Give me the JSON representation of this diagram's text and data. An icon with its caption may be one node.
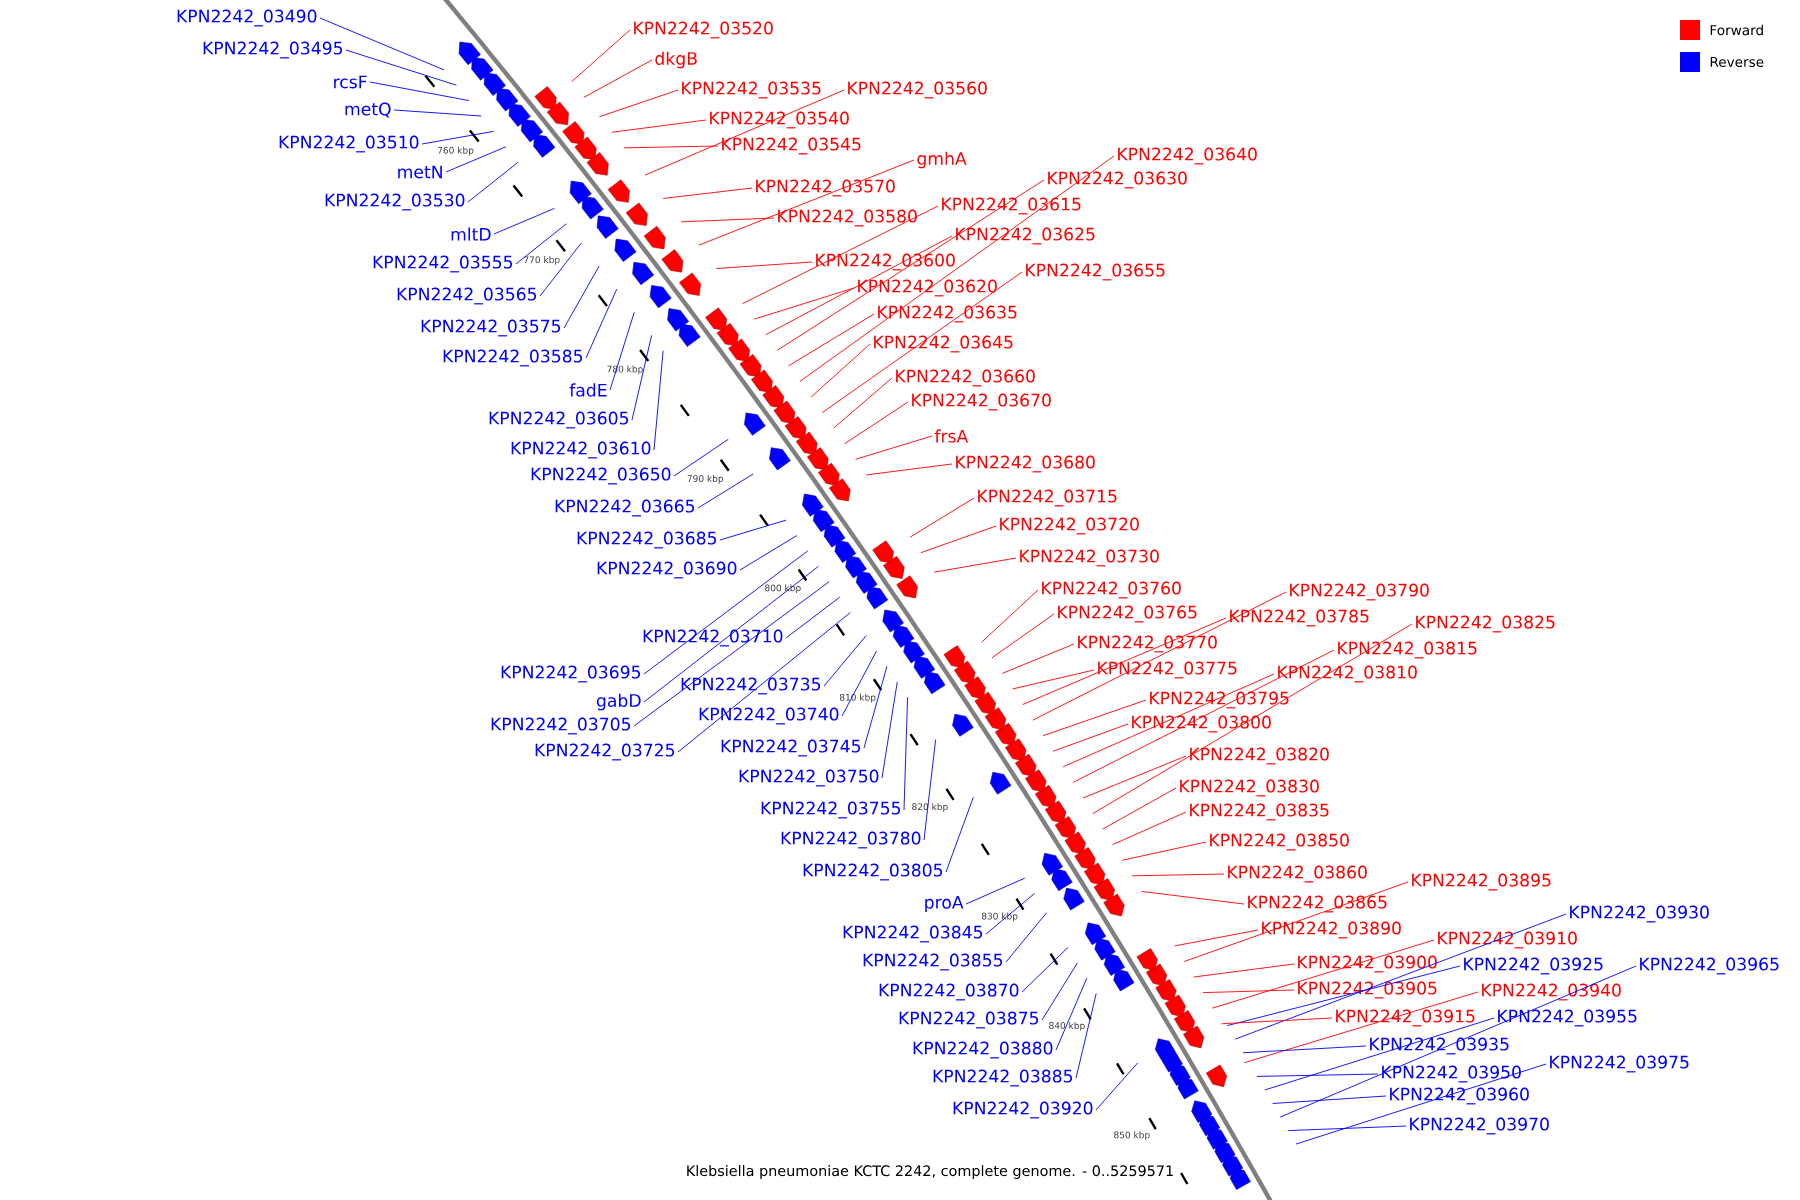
{
  "diagram": {
    "caption": "Klebsiella pneumoniae KCTC 2242, complete genome. - 0..5259571",
    "nodes": [
      {
        "text": [
          "KPN2242_03490"
        ]
      },
      {
        "text": [
          "KPN2242_03520"
        ]
      },
      {
        "text": [
          "KPN2242_03495"
        ]
      },
      {
        "text": [
          "dkgB"
        ]
      },
      {
        "text": [
          "rcsF"
        ]
      },
      {
        "text": [
          "KPN2242_03535"
        ]
      },
      {
        "text": [
          "KPN2242_03560"
        ]
      },
      {
        "text": [
          "metQ"
        ]
      },
      {
        "text": [
          "KPN2242_03540"
        ]
      },
      {
        "text": [
          "KPN2242_03510"
        ]
      },
      {
        "text": [
          "KPN2242_03545"
        ]
      },
      {
        "text": [
          "KPN2242_03640"
        ]
      },
      {
        "text": [
          "gmhA"
        ]
      },
      {
        "text": [
          "metN"
        ]
      },
      {
        "text": [
          "KPN2242_03630"
        ]
      },
      {
        "text": [
          "KPN2242_03570"
        ]
      },
      {
        "text": [
          "KPN2242_03530"
        ]
      },
      {
        "text": [
          "KPN2242_03615"
        ]
      },
      {
        "text": [
          "KPN2242_03580"
        ]
      },
      {
        "text": [
          "mltD"
        ]
      },
      {
        "text": [
          "KPN2242_03625"
        ]
      },
      {
        "text": [
          "KPN2242_03600"
        ]
      },
      {
        "text": [
          "KPN2242_03555"
        ]
      },
      {
        "text": [
          "KPN2242_03655"
        ]
      },
      {
        "text": [
          "KPN2242_03620"
        ]
      },
      {
        "text": [
          "KPN2242_03565"
        ]
      },
      {
        "text": [
          "KPN2242_03635"
        ]
      },
      {
        "text": [
          "KPN2242_03575"
        ]
      },
      {
        "text": [
          "KPN2242_03645"
        ]
      },
      {
        "text": [
          "KPN2242_03585"
        ]
      },
      {
        "text": [
          "KPN2242_03660"
        ]
      },
      {
        "text": [
          "fadE"
        ]
      },
      {
        "text": [
          "KPN2242_03670"
        ]
      },
      {
        "text": [
          "KPN2242_03605"
        ]
      },
      {
        "text": [
          "frsA"
        ]
      },
      {
        "text": [
          "KPN2242_03610"
        ]
      },
      {
        "text": [
          "KPN2242_03680"
        ]
      },
      {
        "text": [
          "KPN2242_03650"
        ]
      },
      {
        "text": [
          "KPN2242_03715"
        ]
      },
      {
        "text": [
          "KPN2242_03665"
        ]
      },
      {
        "text": [
          "KPN2242_03720"
        ]
      },
      {
        "text": [
          "KPN2242_03685"
        ]
      },
      {
        "text": [
          "KPN2242_03730"
        ]
      },
      {
        "text": [
          "KPN2242_03690"
        ]
      },
      {
        "text": [
          "KPN2242_03760"
        ]
      },
      {
        "text": [
          "KPN2242_03790"
        ]
      },
      {
        "text": [
          "KPN2242_03765"
        ]
      },
      {
        "text": [
          "KPN2242_03785"
        ]
      },
      {
        "text": [
          "KPN2242_03825"
        ]
      },
      {
        "text": [
          "KPN2242_03710"
        ]
      },
      {
        "text": [
          "KPN2242_03770"
        ]
      },
      {
        "text": [
          "KPN2242_03815"
        ]
      },
      {
        "text": [
          "KPN2242_03775"
        ]
      },
      {
        "text": [
          "KPN2242_03695"
        ]
      },
      {
        "text": [
          "KPN2242_03810"
        ]
      },
      {
        "text": [
          "KPN2242_03735"
        ]
      },
      {
        "text": [
          "KPN2242_03795"
        ]
      },
      {
        "text": [
          "gabD"
        ]
      },
      {
        "text": [
          "KPN2242_03740"
        ]
      },
      {
        "text": [
          "KPN2242_03800"
        ]
      },
      {
        "text": [
          "KPN2242_03705"
        ]
      },
      {
        "text": [
          "KPN2242_03745"
        ]
      },
      {
        "text": [
          "KPN2242_03725"
        ]
      },
      {
        "text": [
          "KPN2242_03820"
        ]
      },
      {
        "text": [
          "KPN2242_03750"
        ]
      },
      {
        "text": [
          "KPN2242_03830"
        ]
      },
      {
        "text": [
          "KPN2242_03755"
        ]
      },
      {
        "text": [
          "KPN2242_03835"
        ]
      },
      {
        "text": [
          "KPN2242_03780"
        ]
      },
      {
        "text": [
          "KPN2242_03850"
        ]
      },
      {
        "text": [
          "KPN2242_03805"
        ]
      },
      {
        "text": [
          "KPN2242_03860"
        ]
      },
      {
        "text": [
          "KPN2242_03895"
        ]
      },
      {
        "text": [
          "proA"
        ]
      },
      {
        "text": [
          "KPN2242_03865"
        ]
      },
      {
        "text": [
          "KPN2242_03930"
        ]
      },
      {
        "text": [
          "KPN2242_03890"
        ]
      },
      {
        "text": [
          "KPN2242_03845"
        ]
      },
      {
        "text": [
          "KPN2242_03910"
        ]
      },
      {
        "text": [
          "KPN2242_03855"
        ]
      },
      {
        "text": [
          "KPN2242_03900"
        ]
      },
      {
        "text": [
          "KPN2242_03925"
        ]
      },
      {
        "text": [
          "KPN2242_03965"
        ]
      },
      {
        "text": [
          "KPN2242_03905"
        ]
      },
      {
        "text": [
          "KPN2242_03870"
        ]
      },
      {
        "text": [
          "KPN2242_03940"
        ]
      },
      {
        "text": [
          "KPN2242_03915"
        ]
      },
      {
        "text": [
          "KPN2242_03955"
        ]
      },
      {
        "text": [
          "KPN2242_03875"
        ]
      },
      {
        "text": [
          "KPN2242_03935"
        ]
      },
      {
        "text": [
          "KPN2242_03880"
        ]
      },
      {
        "text": [
          "KPN2242_03975"
        ]
      },
      {
        "text": [
          "KPN2242_03950"
        ]
      },
      {
        "text": [
          "KPN2242_03885"
        ]
      },
      {
        "text": [
          "KPN2242_03960"
        ]
      },
      {
        "text": [
          "KPN2242_03920"
        ]
      },
      {
        "text": [
          "KPN2242_03970"
        ]
      }
    ],
    "edges": [
      {
        "from": 0,
        "to": null,
        "arrow": "none",
        "color": "#0000ff"
      },
      {
        "from": 1,
        "to": null,
        "arrow": "none"
      },
      {
        "from": 2,
        "to": null,
        "arrow": "none",
        "color": "#0000ff"
      },
      {
        "from": 3,
        "to": null,
        "arrow": "none"
      },
      {
        "from": 4,
        "to": null,
        "arrow": "none",
        "color": "#0000ff"
      },
      {
        "from": 5,
        "to": null,
        "arrow": "none"
      },
      {
        "from": 6,
        "to": null,
        "arrow": "none"
      },
      {
        "from": 7,
        "to": null,
        "arrow": "none",
        "color": "#0000ff"
      },
      {
        "from": 8,
        "to": null,
        "arrow": "none"
      },
      {
        "from": 9,
        "to": null,
        "arrow": "none",
        "color": "#0000ff"
      },
      {
        "from": 10,
        "to": null,
        "arrow": "none"
      },
      {
        "from": 11,
        "to": null,
        "arrow": "none"
      },
      {
        "from": 12,
        "to": null,
        "arrow": "none"
      },
      {
        "from": 13,
        "to": null,
        "arrow": "none",
        "color": "#0000ff"
      },
      {
        "from": 14,
        "to": null,
        "arrow": "none"
      },
      {
        "from": 15,
        "to": null,
        "arrow": "none"
      },
      {
        "from": 16,
        "to": null,
        "arrow": "none",
        "color": "#0000ff"
      },
      {
        "from": 17,
        "to": null,
        "arrow": "none"
      },
      {
        "from": 18,
        "to": null,
        "arrow": "none"
      },
      {
        "from": 19,
        "to": null,
        "arrow": "none",
        "color": "#0000ff"
      },
      {
        "from": 20,
        "to": null,
        "arrow": "none"
      },
      {
        "from": 21,
        "to": null,
        "arrow": "none"
      },
      {
        "from": 22,
        "to": null,
        "arrow": "none",
        "color": "#0000ff"
      },
      {
        "from": 23,
        "to": null,
        "arrow": "none"
      },
      {
        "from": 24,
        "to": null,
        "arrow": "none"
      },
      {
        "from": 25,
        "to": null,
        "arrow": "none",
        "color": "#0000ff"
      },
      {
        "from": 26,
        "to": null,
        "arrow": "none"
      },
      {
        "from": 27,
        "to": null,
        "arrow": "none",
        "color": "#0000ff"
      },
      {
        "from": 28,
        "to": null,
        "arrow": "none"
      },
      {
        "from": 29,
        "to": null,
        "arrow": "none",
        "color": "#0000ff"
      },
      {
        "from": 30,
        "to": null,
        "arrow": "none"
      },
      {
        "from": 31,
        "to": null,
        "arrow": "none",
        "color": "#0000ff"
      },
      {
        "from": 32,
        "to": null,
        "arrow": "none"
      },
      {
        "from": 33,
        "to": null,
        "arrow": "none",
        "color": "#0000ff"
      },
      {
        "from": 34,
        "to": null,
        "arrow": "none"
      },
      {
        "from": 35,
        "to": null,
        "arrow": "none",
        "color": "#0000ff"
      },
      {
        "from": 36,
        "to": null,
        "arrow": "none"
      },
      {
        "from": 37,
        "to": null,
        "arrow": "none",
        "color": "#0000ff"
      },
      {
        "from": 38,
        "to": null,
        "arrow": "none"
      },
      {
        "from": 39,
        "to": null,
        "arrow": "none",
        "color": "#0000ff"
      },
      {
        "from": 40,
        "to": null,
        "arrow": "none"
      },
      {
        "from": 41,
        "to": null,
        "arrow": "none",
        "color": "#0000ff"
      },
      {
        "from": 42,
        "to": null,
        "arrow": "none"
      },
      {
        "from": 43,
        "to": null,
        "arrow": "none",
        "color": "#0000ff"
      },
      {
        "from": 44,
        "to": null,
        "arrow": "none"
      },
      {
        "from": 45,
        "to": null,
        "arrow": "none"
      },
      {
        "from": 46,
        "to": null,
        "arrow": "none"
      },
      {
        "from": 47,
        "to": null,
        "arrow": "none"
      },
      {
        "from": 48,
        "to": null,
        "arrow": "none"
      },
      {
        "from": 49,
        "to": null,
        "arrow": "none",
        "color": "#0000ff"
      },
      {
        "from": 50,
        "to": null,
        "arrow": "none"
      },
      {
        "from": 51,
        "to": null,
        "arrow": "none"
      },
      {
        "from": 52,
        "to": null,
        "arrow": "none"
      },
      {
        "from": 53,
        "to": null,
        "arrow": "none",
        "color": "#0000ff"
      },
      {
        "from": 54,
        "to": null,
        "arrow": "none"
      },
      {
        "from": 55,
        "to": null,
        "arrow": "none",
        "color": "#0000ff"
      },
      {
        "from": 56,
        "to": null,
        "arrow": "none"
      },
      {
        "from": 57,
        "to": null,
        "arrow": "none",
        "color": "#0000ff"
      },
      {
        "from": 58,
        "to": null,
        "arrow": "none",
        "color": "#0000ff"
      },
      {
        "from": 59,
        "to": null,
        "arrow": "none"
      },
      {
        "from": 60,
        "to": null,
        "arrow": "none",
        "color": "#0000ff"
      },
      {
        "from": 61,
        "to": null,
        "arrow": "none",
        "color": "#0000ff"
      },
      {
        "from": 62,
        "to": null,
        "arrow": "none",
        "color": "#0000ff"
      },
      {
        "from": 63,
        "to": null,
        "arrow": "none"
      },
      {
        "from": 64,
        "to": null,
        "arrow": "none",
        "color": "#0000ff"
      },
      {
        "from": 65,
        "to": null,
        "arrow": "none"
      },
      {
        "from": 66,
        "to": null,
        "arrow": "none",
        "color": "#0000ff"
      },
      {
        "from": 67,
        "to": null,
        "arrow": "none"
      },
      {
        "from": 68,
        "to": null,
        "arrow": "none",
        "color": "#0000ff"
      },
      {
        "from": 69,
        "to": null,
        "arrow": "none"
      },
      {
        "from": 70,
        "to": null,
        "arrow": "none",
        "color": "#0000ff"
      },
      {
        "from": 71,
        "to": null,
        "arrow": "none"
      },
      {
        "from": 72,
        "to": null,
        "arrow": "none"
      },
      {
        "from": 73,
        "to": null,
        "arrow": "none",
        "color": "#0000ff"
      },
      {
        "from": 74,
        "to": null,
        "arrow": "none"
      },
      {
        "from": 75,
        "to": null,
        "arrow": "none",
        "color": "#0000ff"
      },
      {
        "from": 76,
        "to": null,
        "arrow": "none"
      },
      {
        "from": 77,
        "to": null,
        "arrow": "none",
        "color": "#0000ff"
      },
      {
        "from": 78,
        "to": null,
        "arrow": "none"
      },
      {
        "from": 79,
        "to": null,
        "arrow": "none",
        "color": "#0000ff"
      },
      {
        "from": 80,
        "to": null,
        "arrow": "none"
      },
      {
        "from": 81,
        "to": null,
        "arrow": "none",
        "color": "#0000ff"
      },
      {
        "from": 82,
        "to": null,
        "arrow": "none",
        "color": "#0000ff"
      },
      {
        "from": 83,
        "to": null,
        "arrow": "none"
      },
      {
        "from": 84,
        "to": null,
        "arrow": "none",
        "color": "#0000ff"
      },
      {
        "from": 85,
        "to": null,
        "arrow": "none"
      },
      {
        "from": 86,
        "to": null,
        "arrow": "none"
      },
      {
        "from": 87,
        "to": null,
        "arrow": "none",
        "color": "#0000ff"
      },
      {
        "from": 88,
        "to": null,
        "arrow": "none",
        "color": "#0000ff"
      },
      {
        "from": 89,
        "to": null,
        "arrow": "none",
        "color": "#0000ff"
      },
      {
        "from": 90,
        "to": null,
        "arrow": "none",
        "color": "#0000ff"
      },
      {
        "from": 91,
        "to": null,
        "arrow": "none",
        "color": "#0000ff"
      },
      {
        "from": 92,
        "to": null,
        "arrow": "none",
        "color": "#0000ff"
      },
      {
        "from": 93,
        "to": null,
        "arrow": "none",
        "color": "#0000ff"
      },
      {
        "from": 94,
        "to": null,
        "arrow": "none",
        "color": "#0000ff"
      },
      {
        "from": 95,
        "to": null,
        "arrow": "none",
        "color": "#0000ff"
      },
      {
        "from": 96,
        "to": null,
        "arrow": "none",
        "color": "#0000ff"
      }
    ],
    "labels": [
      "760 kbp",
      "770 kbp",
      "780 kbp",
      "790 kbp",
      "800 kbp",
      "810 kbp",
      "820 kbp",
      "830 kbp",
      "840 kbp",
      "850 kbp"
    ],
    "legend": [
      {
        "text": "Forward",
        "color": "#ff0000"
      },
      {
        "text": "Reverse",
        "color": "#0000ff"
      }
    ]
  }
}
